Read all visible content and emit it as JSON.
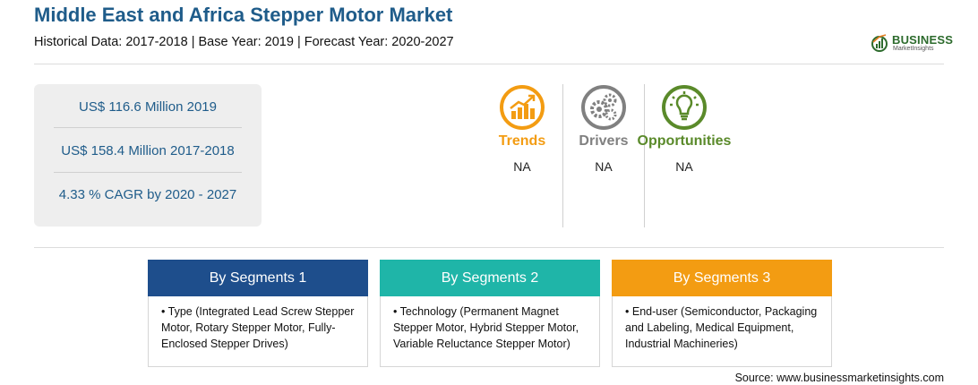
{
  "header": {
    "title": "Middle East and Africa Stepper Motor Market",
    "subtitle": "Historical Data: 2017-2018 | Base Year: 2019 | Forecast Year: 2020-2027"
  },
  "logo": {
    "word": "BUSINESS",
    "sub": "MarketInsights"
  },
  "stats": [
    {
      "text": "US$ 116.6 Million 2019"
    },
    {
      "text": "US$ 158.4 Million 2017-2018"
    },
    {
      "text": "4.33 % CAGR by 2020 - 2027"
    }
  ],
  "indicators": [
    {
      "label": "Trends",
      "value": "NA",
      "icon": "trend-chart-icon",
      "color": "#f39c12"
    },
    {
      "label": "Drivers",
      "value": "NA",
      "icon": "gears-icon",
      "color": "#808080"
    },
    {
      "label": "Opportunities",
      "value": "NA",
      "icon": "lightbulb-icon",
      "color": "#5a8a2a"
    }
  ],
  "segments": [
    {
      "title": "By Segments 1",
      "color": "#1e4e8c",
      "bullet": "Type (Integrated Lead Screw Stepper Motor, Rotary Stepper Motor, Fully-Enclosed Stepper Drives)"
    },
    {
      "title": "By Segments 2",
      "color": "#1fb5a8",
      "bullet": "Technology (Permanent Magnet Stepper Motor, Hybrid Stepper Motor, Variable Reluctance Stepper Motor)"
    },
    {
      "title": "By Segments 3",
      "color": "#f39c12",
      "bullet": "End-user (Semiconductor, Packaging and Labeling, Medical Equipment, Industrial Machineries)"
    }
  ],
  "source": "Source: www.businessmarketinsights.com"
}
